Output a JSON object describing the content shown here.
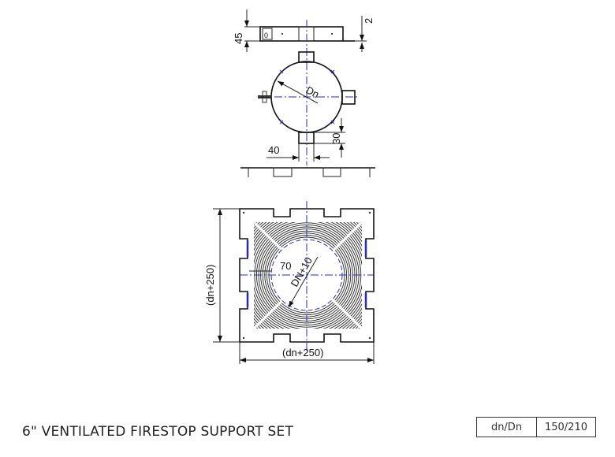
{
  "title": "6\" VENTILATED FIRESTOP SUPPORT SET",
  "spec_table": {
    "label": "dn/Dn",
    "value": "150/210"
  },
  "dimensions": {
    "height": "45",
    "thickness": "2",
    "diameter": "Dn",
    "tab_width": "40",
    "tab_depth": "30",
    "offset": "70",
    "hole_diameter": "DN+10",
    "plate_height": "(dn+250)",
    "plate_width": "(dn+250)",
    "small_tab_mark": "0"
  },
  "colors": {
    "line": "#222222",
    "centerline": "#2a2ab8"
  }
}
